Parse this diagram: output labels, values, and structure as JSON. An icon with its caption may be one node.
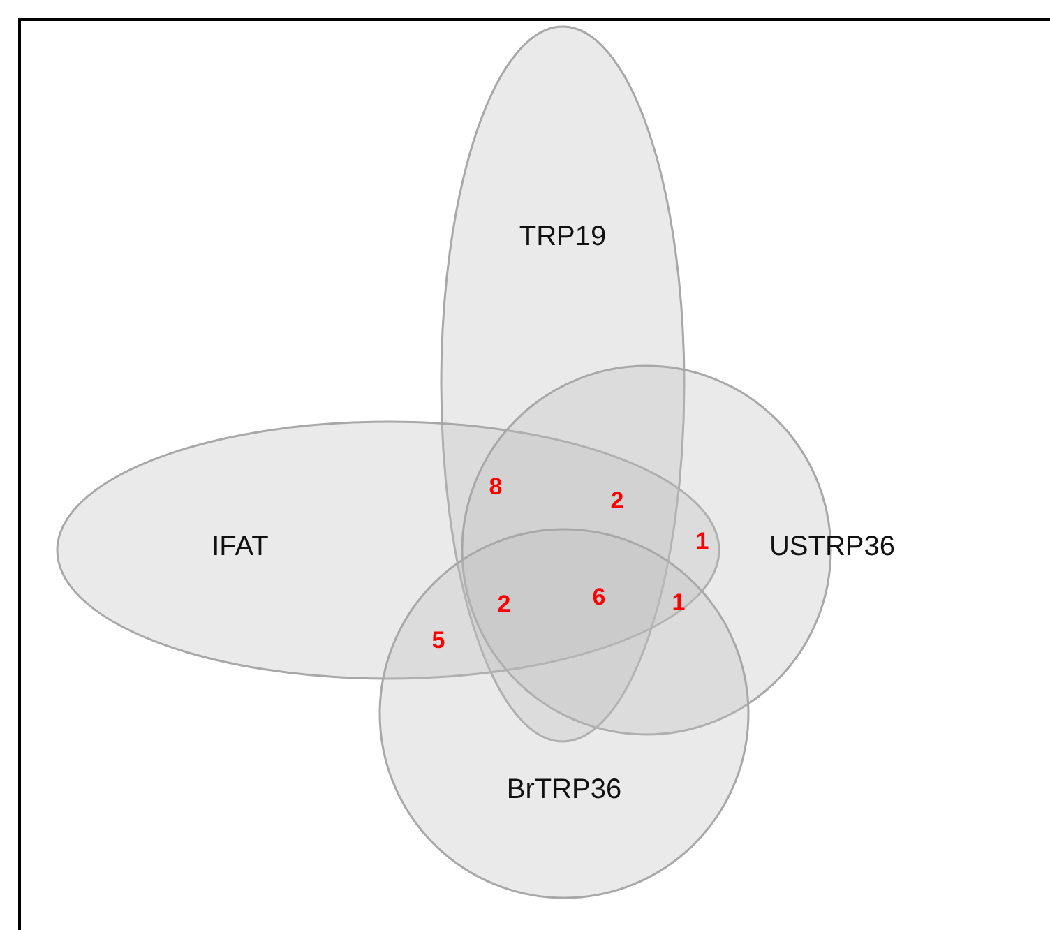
{
  "diagram": {
    "nodes": [
      {
        "text": [
          "TRP19"
        ]
      },
      {
        "text": [
          "IFAT"
        ]
      },
      {
        "text": [
          "USTRP36"
        ]
      },
      {
        "text": [
          "BrTRP36"
        ]
      }
    ],
    "labels": [
      "8",
      "2",
      "1",
      "2",
      "6",
      "1",
      "5"
    ]
  }
}
